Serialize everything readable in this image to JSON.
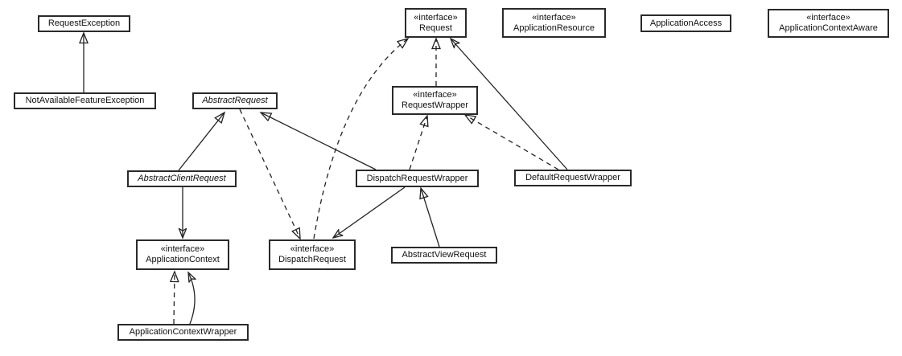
{
  "diagram": {
    "kind": "uml-class-diagram",
    "stereotype": "«interface»",
    "colors": {
      "background": "#ffffff",
      "line": "#222222",
      "box_border": "#2a2a2a",
      "box_fill": "#ffffff",
      "text": "#111111"
    },
    "nodes": {
      "requestException": {
        "label": "RequestException",
        "kind": "class"
      },
      "notAvailableFeatureException": {
        "label": "NotAvailableFeatureException",
        "kind": "class"
      },
      "abstractRequest": {
        "label": "AbstractRequest",
        "kind": "abstract-class"
      },
      "request": {
        "label": "Request",
        "kind": "interface"
      },
      "applicationResource": {
        "label": "ApplicationResource",
        "kind": "interface"
      },
      "applicationAccess": {
        "label": "ApplicationAccess",
        "kind": "class"
      },
      "applicationContextAware": {
        "label": "ApplicationContextAware",
        "kind": "interface"
      },
      "requestWrapper": {
        "label": "RequestWrapper",
        "kind": "interface"
      },
      "abstractClientRequest": {
        "label": "AbstractClientRequest",
        "kind": "abstract-class"
      },
      "dispatchRequestWrapper": {
        "label": "DispatchRequestWrapper",
        "kind": "class"
      },
      "defaultRequestWrapper": {
        "label": "DefaultRequestWrapper",
        "kind": "class"
      },
      "applicationContext": {
        "label": "ApplicationContext",
        "kind": "interface"
      },
      "dispatchRequest": {
        "label": "DispatchRequest",
        "kind": "interface"
      },
      "abstractViewRequest": {
        "label": "AbstractViewRequest",
        "kind": "class"
      },
      "applicationContextWrapper": {
        "label": "ApplicationContextWrapper",
        "kind": "class"
      }
    },
    "edges": [
      {
        "from": "NotAvailableFeatureException",
        "to": "RequestException",
        "relation": "generalization"
      },
      {
        "from": "AbstractClientRequest",
        "to": "AbstractRequest",
        "relation": "generalization"
      },
      {
        "from": "DispatchRequestWrapper",
        "to": "AbstractRequest",
        "relation": "generalization"
      },
      {
        "from": "AbstractRequest",
        "to": "DispatchRequest",
        "relation": "realization"
      },
      {
        "from": "DispatchRequest",
        "to": "Request",
        "relation": "realization"
      },
      {
        "from": "RequestWrapper",
        "to": "Request",
        "relation": "realization"
      },
      {
        "from": "DispatchRequestWrapper",
        "to": "RequestWrapper",
        "relation": "realization"
      },
      {
        "from": "DefaultRequestWrapper",
        "to": "RequestWrapper",
        "relation": "realization"
      },
      {
        "from": "DefaultRequestWrapper",
        "to": "Request",
        "relation": "association"
      },
      {
        "from": "AbstractViewRequest",
        "to": "DispatchRequestWrapper",
        "relation": "generalization"
      },
      {
        "from": "DispatchRequestWrapper",
        "to": "DispatchRequest",
        "relation": "association"
      },
      {
        "from": "AbstractClientRequest",
        "to": "ApplicationContext",
        "relation": "association"
      },
      {
        "from": "ApplicationContextWrapper",
        "to": "ApplicationContext",
        "relation": "realization"
      },
      {
        "from": "ApplicationContextWrapper",
        "to": "ApplicationContext",
        "relation": "association"
      }
    ]
  }
}
